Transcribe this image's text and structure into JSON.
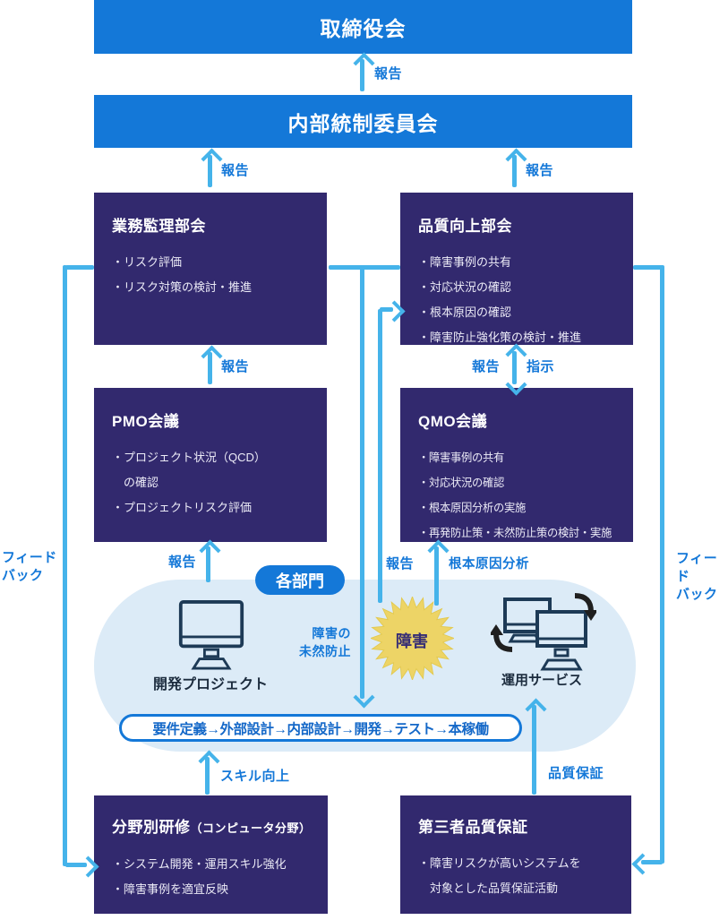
{
  "colors": {
    "bar_blue": "#1478d8",
    "box_purple": "#32296e",
    "arrow_cyan": "#45b3ea",
    "zone_bg": "#dcebf7",
    "star_yellow": "#edd466",
    "star_text": "#372e75",
    "pill_text": "#1468c8"
  },
  "bars": {
    "board": "取締役会",
    "internal_control": "内部統制委員会"
  },
  "arrow_labels": {
    "report": "報告",
    "instruct": "指示",
    "root_cause_analysis": "根本原因分析",
    "failure_prevention": "障害の\n未然防止",
    "skill_up": "スキル向上",
    "quality_assurance": "品質保証",
    "feedback": "フィード\nバック"
  },
  "boxes": {
    "audit_subcommittee": {
      "title": "業務監理部会",
      "items": [
        "・リスク評価",
        "・リスク対策の検討・推進"
      ]
    },
    "quality_subcommittee": {
      "title": "品質向上部会",
      "items": [
        "・障害事例の共有",
        "・対応状況の確認",
        "・根本原因の確認",
        "・障害防止強化策の検討・推進"
      ]
    },
    "pmo_meeting": {
      "title": "PMO会議",
      "items": [
        "・プロジェクト状況（QCD）\nの確認",
        "・プロジェクトリスク評価"
      ]
    },
    "qmo_meeting": {
      "title": "QMO会議",
      "items": [
        "・障害事例の共有",
        "・対応状況の確認",
        "・根本原因分析の実施",
        "・再発防止策・未然防止策の検討・実施"
      ]
    },
    "training": {
      "title": "分野別研修",
      "title_note": "（コンピュータ分野）",
      "items": [
        "・システム開発・運用スキル強化",
        "・障害事例を適宜反映"
      ]
    },
    "third_party_qa": {
      "title": "第三者品質保証",
      "items": [
        "・障害リスクが高いシステムを\n対象とした品質保証活動"
      ]
    }
  },
  "departments": {
    "badge": "各部門",
    "dev_label": "開発プロジェクト",
    "ops_label": "運用サービス",
    "failure": "障害",
    "process_flow": "要件定義→外部設計→内部設計→開発→テスト→本稼働"
  },
  "icons": {
    "dev": "desktop-monitor-icon",
    "ops": "dual-monitors-sync-icon",
    "failure": "starburst-icon"
  }
}
